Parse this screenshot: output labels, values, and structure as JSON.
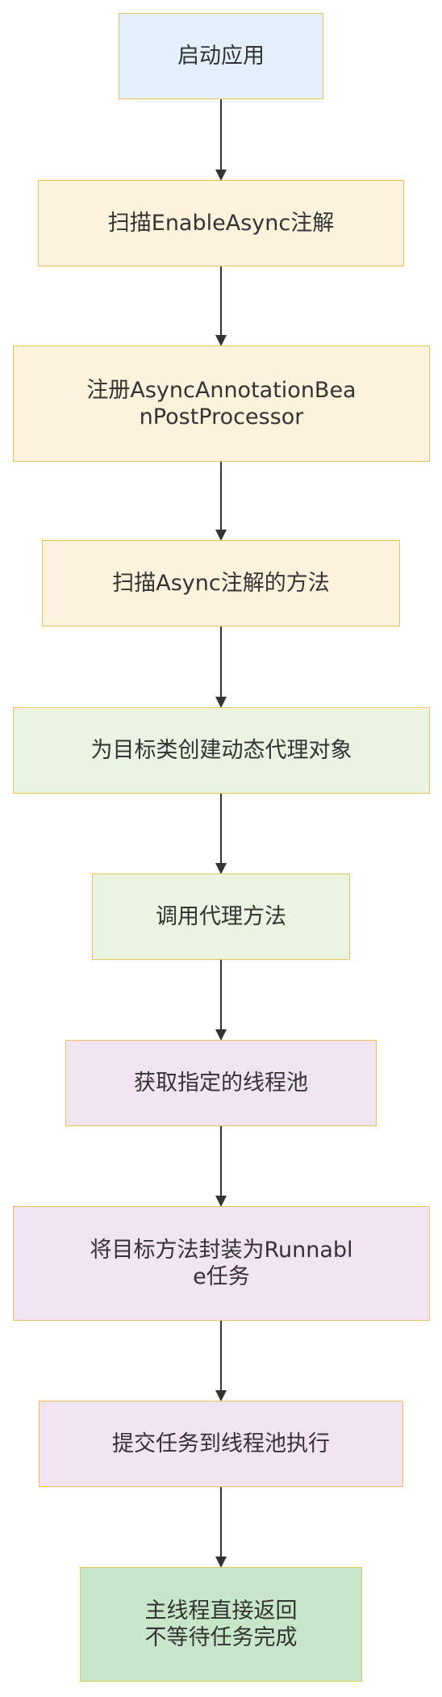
{
  "flowchart": {
    "nodes": [
      {
        "id": "n1",
        "label": "启动应用",
        "fill": "#e3f0fb"
      },
      {
        "id": "n2",
        "label": "扫描EnableAsync注解",
        "fill": "#fdf2dc"
      },
      {
        "id": "n3",
        "label": "注册AsyncAnnotationBea\nnPostProcessor",
        "fill": "#fdf2dc"
      },
      {
        "id": "n4",
        "label": "扫描Async注解的方法",
        "fill": "#fdf2dc"
      },
      {
        "id": "n5",
        "label": "为目标类创建动态代理对象",
        "fill": "#e9f4e3"
      },
      {
        "id": "n6",
        "label": "调用代理方法",
        "fill": "#e9f4e3"
      },
      {
        "id": "n7",
        "label": "获取指定的线程池",
        "fill": "#f2e3f3"
      },
      {
        "id": "n8",
        "label": "将目标方法封装为Runnabl\ne任务",
        "fill": "#f2e3f3"
      },
      {
        "id": "n9",
        "label": "提交任务到线程池执行",
        "fill": "#f2e3f3"
      },
      {
        "id": "n10",
        "label": "主线程直接返回\n不等待任务完成",
        "fill": "#c8e6c9"
      }
    ],
    "edges": [
      {
        "from": "n1",
        "to": "n2"
      },
      {
        "from": "n2",
        "to": "n3"
      },
      {
        "from": "n3",
        "to": "n4"
      },
      {
        "from": "n4",
        "to": "n5"
      },
      {
        "from": "n5",
        "to": "n6"
      },
      {
        "from": "n6",
        "to": "n7"
      },
      {
        "from": "n7",
        "to": "n8"
      },
      {
        "from": "n8",
        "to": "n9"
      },
      {
        "from": "n9",
        "to": "n10"
      }
    ],
    "colors": {
      "border": "#e8c15a",
      "edge": "#333333",
      "text": "#333333"
    }
  }
}
